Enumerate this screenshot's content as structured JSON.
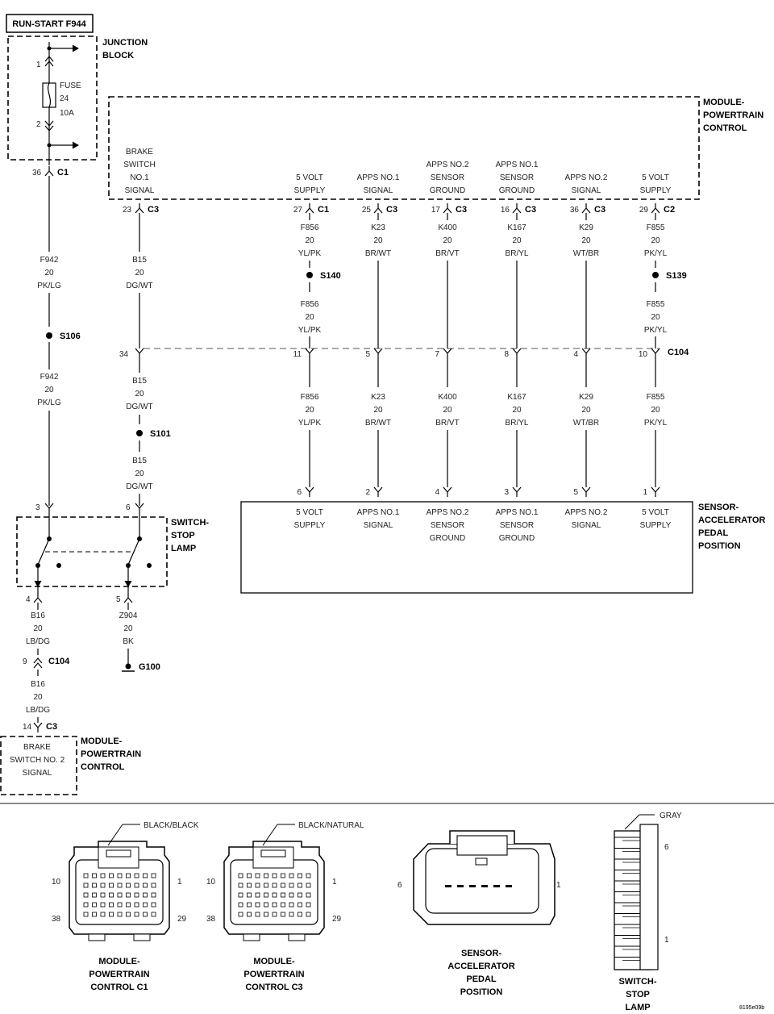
{
  "title": "RUN-START F944",
  "junction": {
    "label1": "JUNCTION",
    "label2": "BLOCK",
    "fuse": "FUSE",
    "fuse_num": "24",
    "fuse_amp": "10A",
    "pin_top": "1",
    "pin_bot": "2"
  },
  "pcm_top": {
    "label1": "MODULE-",
    "label2": "POWERTRAIN",
    "label3": "CONTROL"
  },
  "c1_left": {
    "pin": "36",
    "conn": "C1"
  },
  "brake_switch": {
    "l1": "BRAKE",
    "l2": "SWITCH",
    "l3": "NO.1",
    "l4": "SIGNAL",
    "pin": "23",
    "conn": "C3"
  },
  "columns": [
    {
      "l1": "",
      "l2": "5 VOLT",
      "l3": "SUPPLY",
      "pin": "27",
      "conn": "C1",
      "wire": "F856",
      "gauge": "20",
      "color": "YL/PK",
      "splice": "S140",
      "c104": "11",
      "spin": "6"
    },
    {
      "l1": "",
      "l2": "APPS NO.1",
      "l3": "SIGNAL",
      "pin": "25",
      "conn": "C3",
      "wire": "K23",
      "gauge": "20",
      "color": "BR/WT",
      "splice": "",
      "c104": "5",
      "spin": "2"
    },
    {
      "l1": "APPS NO.2",
      "l2": "SENSOR",
      "l3": "GROUND",
      "pin": "17",
      "conn": "C3",
      "wire": "K400",
      "gauge": "20",
      "color": "BR/VT",
      "splice": "",
      "c104": "7",
      "spin": "4"
    },
    {
      "l1": "APPS NO.1",
      "l2": "SENSOR",
      "l3": "GROUND",
      "pin": "16",
      "conn": "C3",
      "wire": "K167",
      "gauge": "20",
      "color": "BR/YL",
      "splice": "",
      "c104": "8",
      "spin": "3"
    },
    {
      "l1": "",
      "l2": "APPS NO.2",
      "l3": "SIGNAL",
      "pin": "36",
      "conn": "C3",
      "wire": "K29",
      "gauge": "20",
      "color": "WT/BR",
      "splice": "",
      "c104": "4",
      "spin": "5"
    },
    {
      "l1": "",
      "l2": "5 VOLT",
      "l3": "SUPPLY",
      "pin": "29",
      "conn": "C2",
      "wire": "F855",
      "gauge": "20",
      "color": "PK/YL",
      "splice": "S139",
      "c104": "10",
      "spin": "1"
    }
  ],
  "c104_label": "C104",
  "c104_left_pin": "34",
  "wire_f942": {
    "code": "F942",
    "gauge": "20",
    "color": "PK/LG",
    "splice": "S106"
  },
  "wire_b15": {
    "code": "B15",
    "gauge": "20",
    "color": "DG/WT",
    "splice": "S101"
  },
  "sensor": {
    "l1": "SENSOR-",
    "l2": "ACCELERATOR",
    "l3": "PEDAL",
    "l4": "POSITION"
  },
  "switch": {
    "l1": "SWITCH-",
    "l2": "STOP",
    "l3": "LAMP",
    "pin_a": "3",
    "pin_b": "6",
    "pin_c": "4",
    "pin_d": "5"
  },
  "wire_b16": {
    "code": "B16",
    "gauge": "20",
    "color": "LB/DG",
    "c104_pin": "9",
    "c104": "C104"
  },
  "wire_z904": {
    "code": "Z904",
    "gauge": "20",
    "color": "BK",
    "ground": "G100"
  },
  "pcm_bottom": {
    "pin": "14",
    "conn": "C3",
    "l1": "BRAKE",
    "l2": "SWITCH NO. 2",
    "l3": "SIGNAL",
    "m1": "MODULE-",
    "m2": "POWERTRAIN",
    "m3": "CONTROL"
  },
  "views": {
    "c1": {
      "tag": "BLACK/BLACK",
      "p10": "10",
      "p1": "1",
      "p38": "38",
      "p29": "29",
      "n1": "MODULE-",
      "n2": "POWERTRAIN",
      "n3": "CONTROL C1"
    },
    "c3": {
      "tag": "BLACK/NATURAL",
      "p10": "10",
      "p1": "1",
      "p38": "38",
      "p29": "29",
      "n1": "MODULE-",
      "n2": "POWERTRAIN",
      "n3": "CONTROL C3"
    },
    "app": {
      "p6": "6",
      "p1": "1",
      "n1": "SENSOR-",
      "n2": "ACCELERATOR",
      "n3": "PEDAL",
      "n4": "POSITION"
    },
    "sw": {
      "tag": "GRAY",
      "p6": "6",
      "p1": "1",
      "n1": "SWITCH-",
      "n2": "STOP",
      "n3": "LAMP"
    }
  },
  "figure_id": "8195e09b"
}
